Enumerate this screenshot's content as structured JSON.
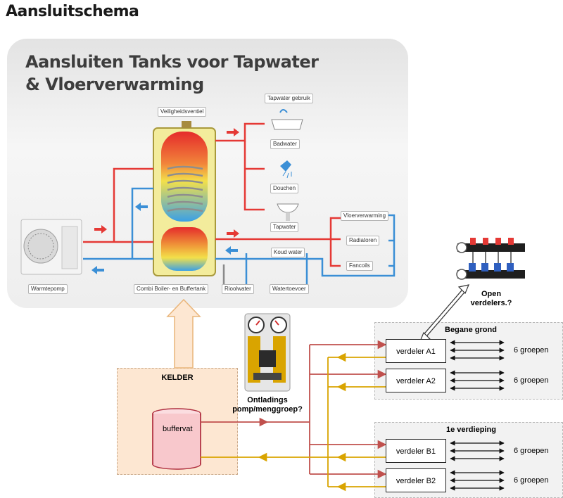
{
  "page_title": "Aansluitschema",
  "panel": {
    "title_line1": "Aansluiten Tanks voor Tapwater",
    "title_line2": "& Vloerverwarming",
    "labels": {
      "veiligheidsventiel": "Veiligheidsventiel",
      "tapwater_gebruik": "Tapwater gebruik",
      "badwater": "Badwater",
      "douchen": "Douchen",
      "tapwater": "Tapwater",
      "vloerverwarming": "Vloerverwarming",
      "radiatoren": "Radiatoren",
      "fancoils": "Fancoils",
      "koud_water": "Koud water",
      "warmtepomp": "Warmtepomp",
      "combi": "Combi Boiler- en Buffertank",
      "riool": "Rioolwater",
      "watertoevoer": "Watertoevoer"
    }
  },
  "kelder": {
    "title": "KELDER",
    "tank_label": "buffervat"
  },
  "pump": {
    "label_line1": "Ontladings",
    "label_line2": "pomp/menggroep?"
  },
  "manifold": {
    "label_line1": "Open",
    "label_line2": "verdelers.?"
  },
  "floors": [
    {
      "title": "Begane grond",
      "verdelers": [
        {
          "name": "verdeler A1",
          "groups": "6 groepen"
        },
        {
          "name": "verdeler A2",
          "groups": "6 groepen"
        }
      ]
    },
    {
      "title": "1e verdieping",
      "verdelers": [
        {
          "name": "verdeler B1",
          "groups": "6 groepen"
        },
        {
          "name": "verdeler B2",
          "groups": "6 groepen"
        }
      ]
    }
  ],
  "colors": {
    "supply": "#c0504d",
    "return": "#d9a400",
    "hot_pipe": "#e53935",
    "cold_pipe": "#3b8fd6",
    "kelder_bg": "#fde7d2",
    "tank_fill": "#f8c8cc"
  }
}
